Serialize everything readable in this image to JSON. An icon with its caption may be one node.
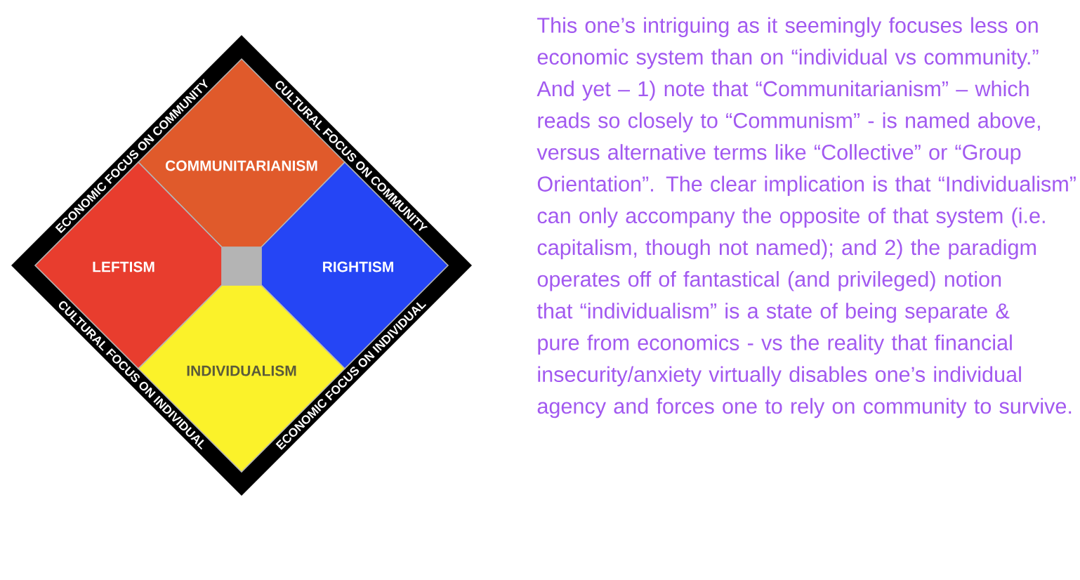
{
  "diagram": {
    "nodes": [
      {
        "text": [
          "COMMUNITARIANISM"
        ]
      },
      {
        "text": [
          "LEFTISM"
        ]
      },
      {
        "text": [
          "RIGHTISM"
        ]
      },
      {
        "text": [
          "INDIVIDUALISM"
        ]
      },
      {
        "text": [],
        "shape": "box"
      }
    ],
    "edges": [],
    "labels": [
      "ECONOMIC FOCUS ON COMMUNITY",
      "CULTURAL FOCUS ON COMMUNITY",
      "CULTURAL FOCUS ON INDIVIDUAL",
      "ECONOMIC FOCUS ON INDIVIDUAL",
      "This one’s intriguing as it seemingly focuses less on economic system than on “individual vs community.” And yet – 1) note that “Communitarianism” – which reads so closely to “Communism” - is named above, versus alternative terms like “Collective” or “Group Orientation”. The clear implication is that “Individualism” can only accompany the opposite of that system (i.e. capitalism, though not named); and 2) the paradigm operates off of fantastical (and privileged) notion that “individualism” is a state of being separate & pure from economics - vs the reality that financial insecurity/anxiety virtually disables one’s individual agency and forces one to rely on community to survive."
    ]
  }
}
